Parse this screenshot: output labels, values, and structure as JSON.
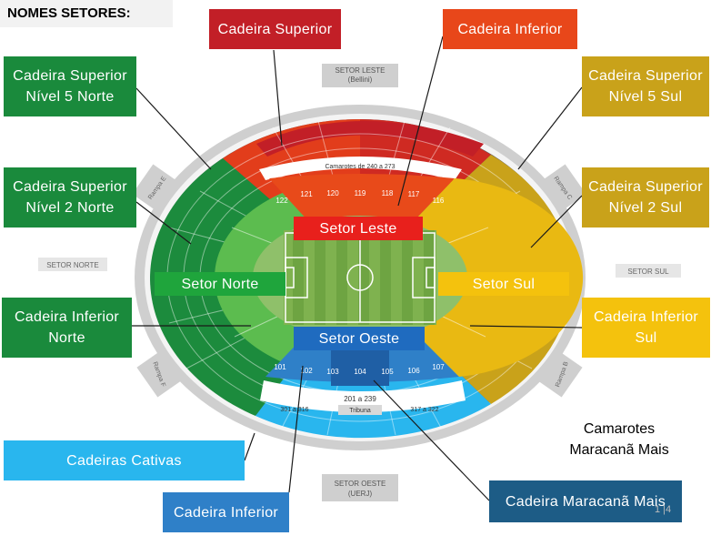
{
  "title": "NOMES SETORES:",
  "stadium": {
    "gate_leste": [
      "SETOR LESTE",
      "(Bellini)"
    ],
    "gate_oeste": [
      "SETOR OESTE",
      "(UERJ)"
    ],
    "setor_norte": "SETOR NORTE",
    "setor_sul": "SETOR SUL",
    "rampa_e": "Rampa E",
    "rampa_c": "Rampa C",
    "rampa_f": "Rampa F",
    "rampa_b": "Rampa B",
    "camarotes_leste": "Camarotes de 240 a 273",
    "camarotes_oeste_mid": "201 a 239",
    "camarotes_oeste_left": "301 a 316",
    "camarotes_oeste_right": "317 a 322",
    "tribuna": "Tribuna",
    "east_sections": [
      "122",
      "121",
      "120",
      "119",
      "118",
      "117",
      "116"
    ],
    "west_sections": [
      "101",
      "102",
      "103",
      "104",
      "105",
      "106",
      "107"
    ]
  },
  "labels": {
    "cadeira_superior": "Cadeira Superior",
    "cadeira_inferior_top": "Cadeira Inferior",
    "csn5_norte": "Cadeira Superior Nível 5 Norte",
    "csn5_sul": "Cadeira Superior Nível 5 Sul",
    "csn2_norte": "Cadeira Superior Nível 2 Norte",
    "csn2_sul": "Cadeira Superior Nível 2 Sul",
    "setor_leste": "Setor Leste",
    "setor_norte": "Setor Norte",
    "setor_sul": "Setor Sul",
    "setor_oeste": "Setor Oeste",
    "ci_norte": "Cadeira Inferior Norte",
    "ci_sul": "Cadeira Inferior Sul",
    "cativas": "Cadeiras Cativas",
    "ci_bottom": "Cadeira Inferior",
    "maracana_mais": "Cadeira Maracanã Mais",
    "camarotes_mais": "Camarotes Maracanã Mais"
  },
  "page_number": "1 |4",
  "colors": {
    "green_dark": "#1a8a3c",
    "green_light": "#5cbc4f",
    "red_dark": "#c8232c",
    "orange_red": "#e84a1a",
    "gold": "#c9a21a",
    "yellow": "#f4c20d",
    "blue": "#3a8fd0",
    "navy": "#1f5fa5",
    "cyan": "#29b6ee",
    "teal": "#1d5c86",
    "gray": "#9b9b9b"
  }
}
